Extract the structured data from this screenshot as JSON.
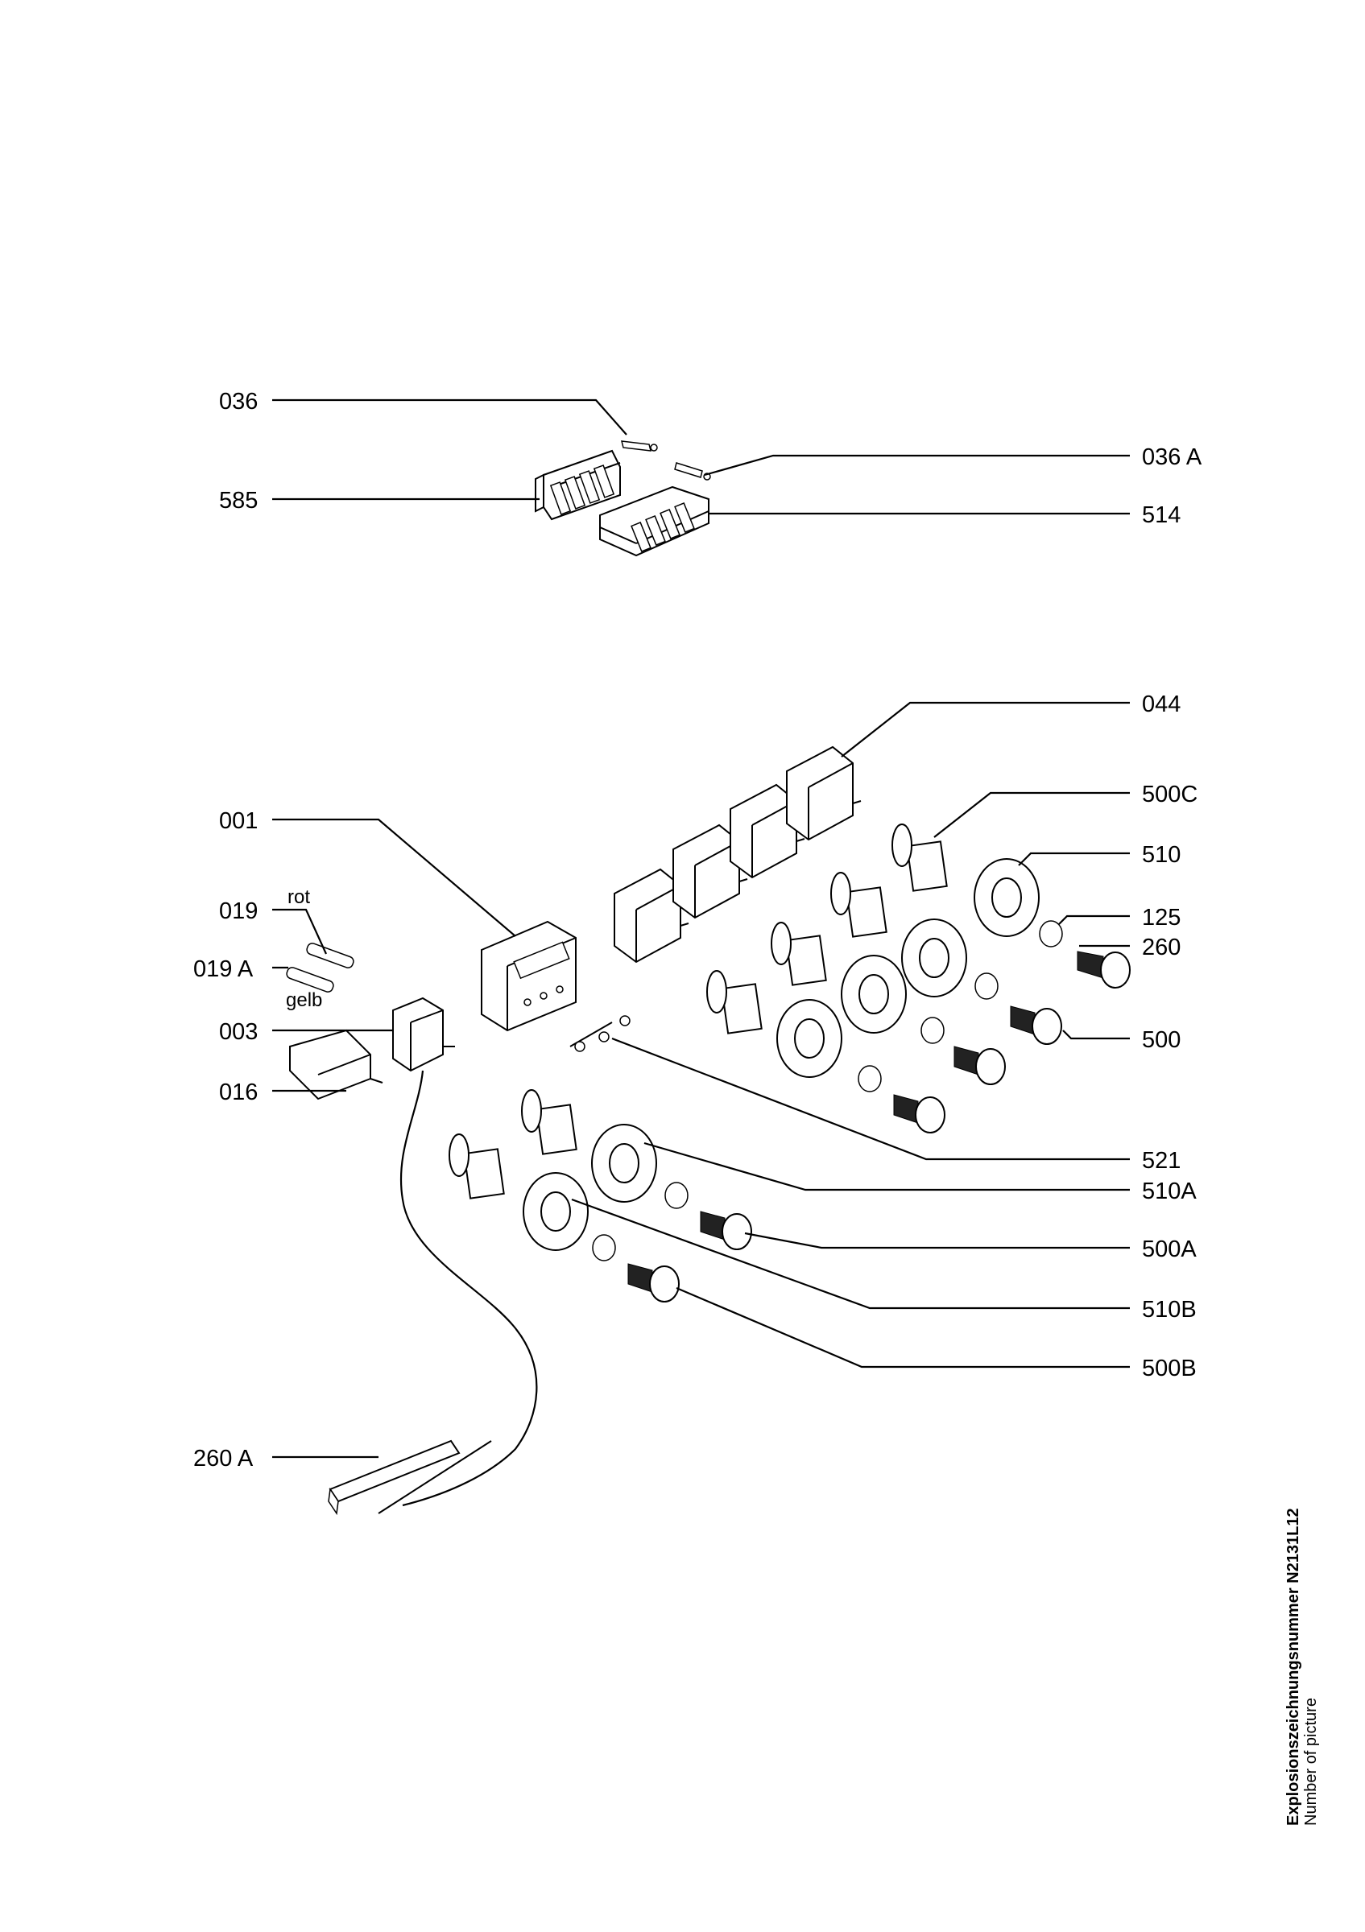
{
  "labels": {
    "p036": "036",
    "p036a": "036 A",
    "p585": "585",
    "p514": "514",
    "p044": "044",
    "p001": "001",
    "p500c": "500C",
    "p510": "510",
    "p019": "019",
    "rot": "rot",
    "p125": "125",
    "p260": "260",
    "p019a": "019 A",
    "gelb": "gelb",
    "p003": "003",
    "p500": "500",
    "p016": "016",
    "p521": "521",
    "p510a": "510A",
    "p500a": "500A",
    "p510b": "510B",
    "p500b": "500B",
    "p260a": "260 A"
  },
  "footer": {
    "title": "Explosionszeichnungsnummer N2131L12",
    "subtitle": "Number of picture"
  }
}
